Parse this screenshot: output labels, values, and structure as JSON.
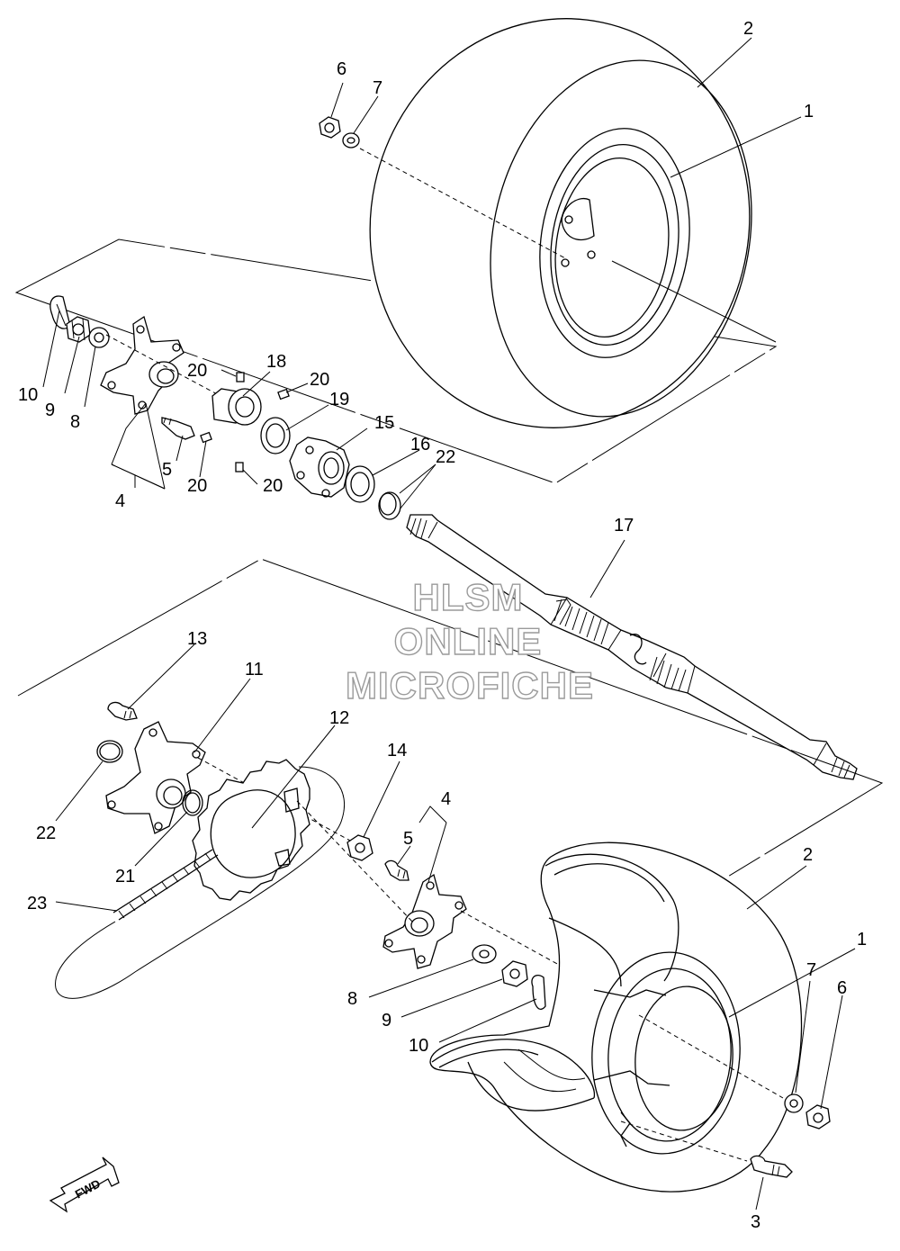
{
  "watermark": {
    "line1": "HLSM",
    "line2": "ONLINE",
    "line3": "MICROFICHE"
  },
  "direction_label": "FWD",
  "callouts": [
    {
      "id": "c-2-top",
      "text": "2"
    },
    {
      "id": "c-1-top",
      "text": "1"
    },
    {
      "id": "c-6-top",
      "text": "6"
    },
    {
      "id": "c-7-top",
      "text": "7"
    },
    {
      "id": "c-10-top",
      "text": "10"
    },
    {
      "id": "c-9-top",
      "text": "9"
    },
    {
      "id": "c-8-top",
      "text": "8"
    },
    {
      "id": "c-4-top",
      "text": "4"
    },
    {
      "id": "c-5-top",
      "text": "5"
    },
    {
      "id": "c-20-a",
      "text": "20"
    },
    {
      "id": "c-18",
      "text": "18"
    },
    {
      "id": "c-20-b",
      "text": "20"
    },
    {
      "id": "c-19",
      "text": "19"
    },
    {
      "id": "c-15",
      "text": "15"
    },
    {
      "id": "c-16",
      "text": "16"
    },
    {
      "id": "c-22-top",
      "text": "22"
    },
    {
      "id": "c-20-c",
      "text": "20"
    },
    {
      "id": "c-20-d",
      "text": "20"
    },
    {
      "id": "c-17",
      "text": "17"
    },
    {
      "id": "c-13",
      "text": "13"
    },
    {
      "id": "c-11",
      "text": "11"
    },
    {
      "id": "c-12",
      "text": "12"
    },
    {
      "id": "c-14",
      "text": "14"
    },
    {
      "id": "c-4-bot",
      "text": "4"
    },
    {
      "id": "c-5-bot",
      "text": "5"
    },
    {
      "id": "c-22-bot",
      "text": "22"
    },
    {
      "id": "c-21",
      "text": "21"
    },
    {
      "id": "c-23",
      "text": "23"
    },
    {
      "id": "c-2-bot",
      "text": "2"
    },
    {
      "id": "c-1-bot",
      "text": "1"
    },
    {
      "id": "c-8-bot",
      "text": "8"
    },
    {
      "id": "c-9-bot",
      "text": "9"
    },
    {
      "id": "c-10-bot",
      "text": "10"
    },
    {
      "id": "c-7-bot",
      "text": "7"
    },
    {
      "id": "c-6-bot",
      "text": "6"
    },
    {
      "id": "c-3",
      "text": "3"
    }
  ]
}
